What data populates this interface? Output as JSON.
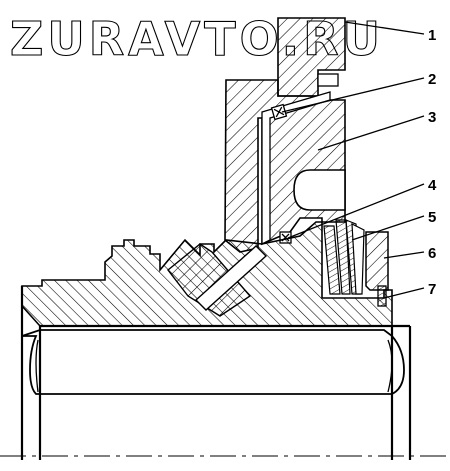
{
  "watermark": {
    "text": "ZURAVTO.RU"
  },
  "callouts": [
    {
      "id": "1",
      "label": "1"
    },
    {
      "id": "2",
      "label": "2"
    },
    {
      "id": "3",
      "label": "3"
    },
    {
      "id": "4",
      "label": "4"
    },
    {
      "id": "5",
      "label": "5"
    },
    {
      "id": "6",
      "label": "6"
    },
    {
      "id": "7",
      "label": "7"
    }
  ],
  "colors": {
    "line": "#000000",
    "background": "#ffffff",
    "hatch": "#000000"
  }
}
